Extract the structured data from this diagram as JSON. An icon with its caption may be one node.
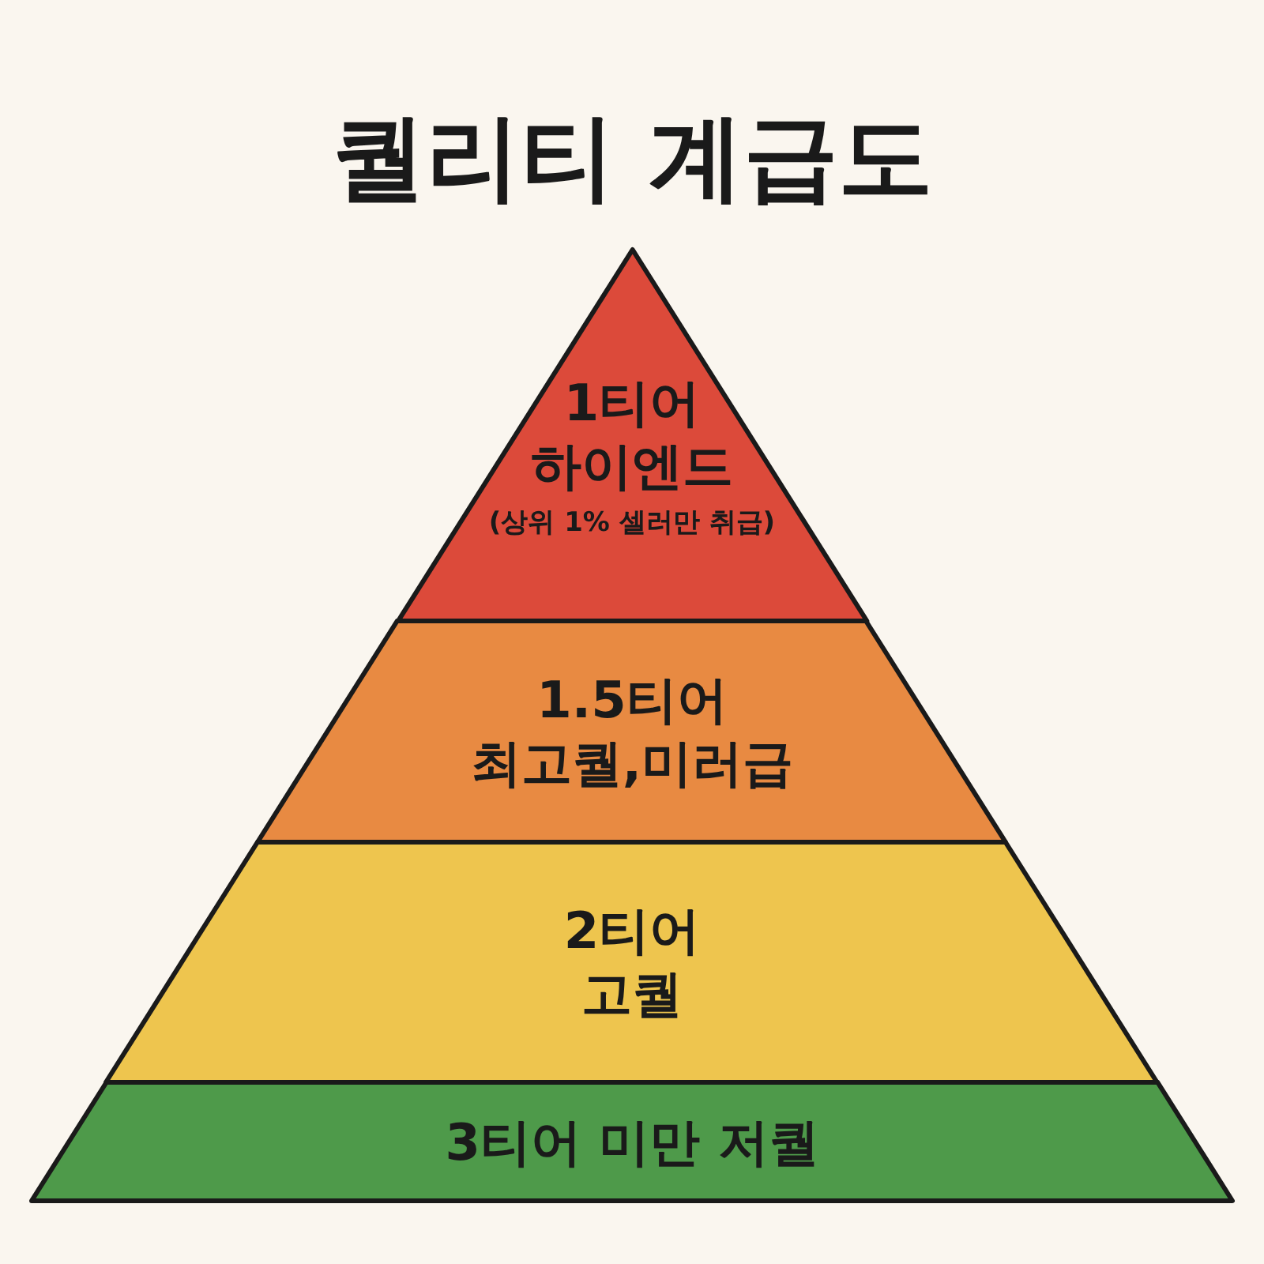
{
  "diagram": {
    "title": "퀄리티 계급도",
    "nodes": [
      {
        "text": [
          "1티어",
          "하이엔드",
          "(상위 1% 셀러만 취급)"
        ]
      },
      {
        "text": [
          "1.5티어",
          "최고퀄,미러급"
        ]
      },
      {
        "text": [
          "2티어",
          "고퀄"
        ]
      },
      {
        "text": [
          "3티어 미만 저퀄"
        ]
      }
    ]
  }
}
